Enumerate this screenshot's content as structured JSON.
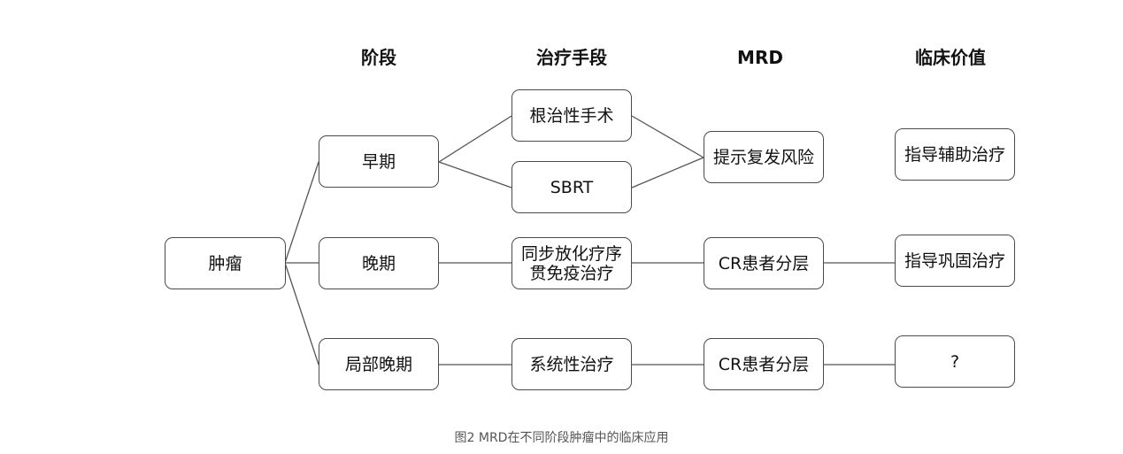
{
  "headers": {
    "stage": "阶段",
    "treatment": "治疗手段",
    "mrd": "MRD",
    "value": "临床价值"
  },
  "nodes": {
    "tumor": "肿瘤",
    "early": "早期",
    "late": "晚期",
    "local_late": "局部晚期",
    "surgery": "根治性手术",
    "sbrt": "SBRT",
    "crt_line1": "同步放化疗序",
    "crt_line2": "贯免疫治疗",
    "systemic": "系统性治疗",
    "recurrence_risk": "提示复发风险",
    "cr_strat_1": "CR患者分层",
    "cr_strat_2": "CR患者分层",
    "guide_adjuvant": "指导辅助治疗",
    "guide_consolidation": "指导巩固治疗",
    "unknown": "?"
  },
  "caption": "图2  MRD在不同阶段肿瘤中的临床应用"
}
